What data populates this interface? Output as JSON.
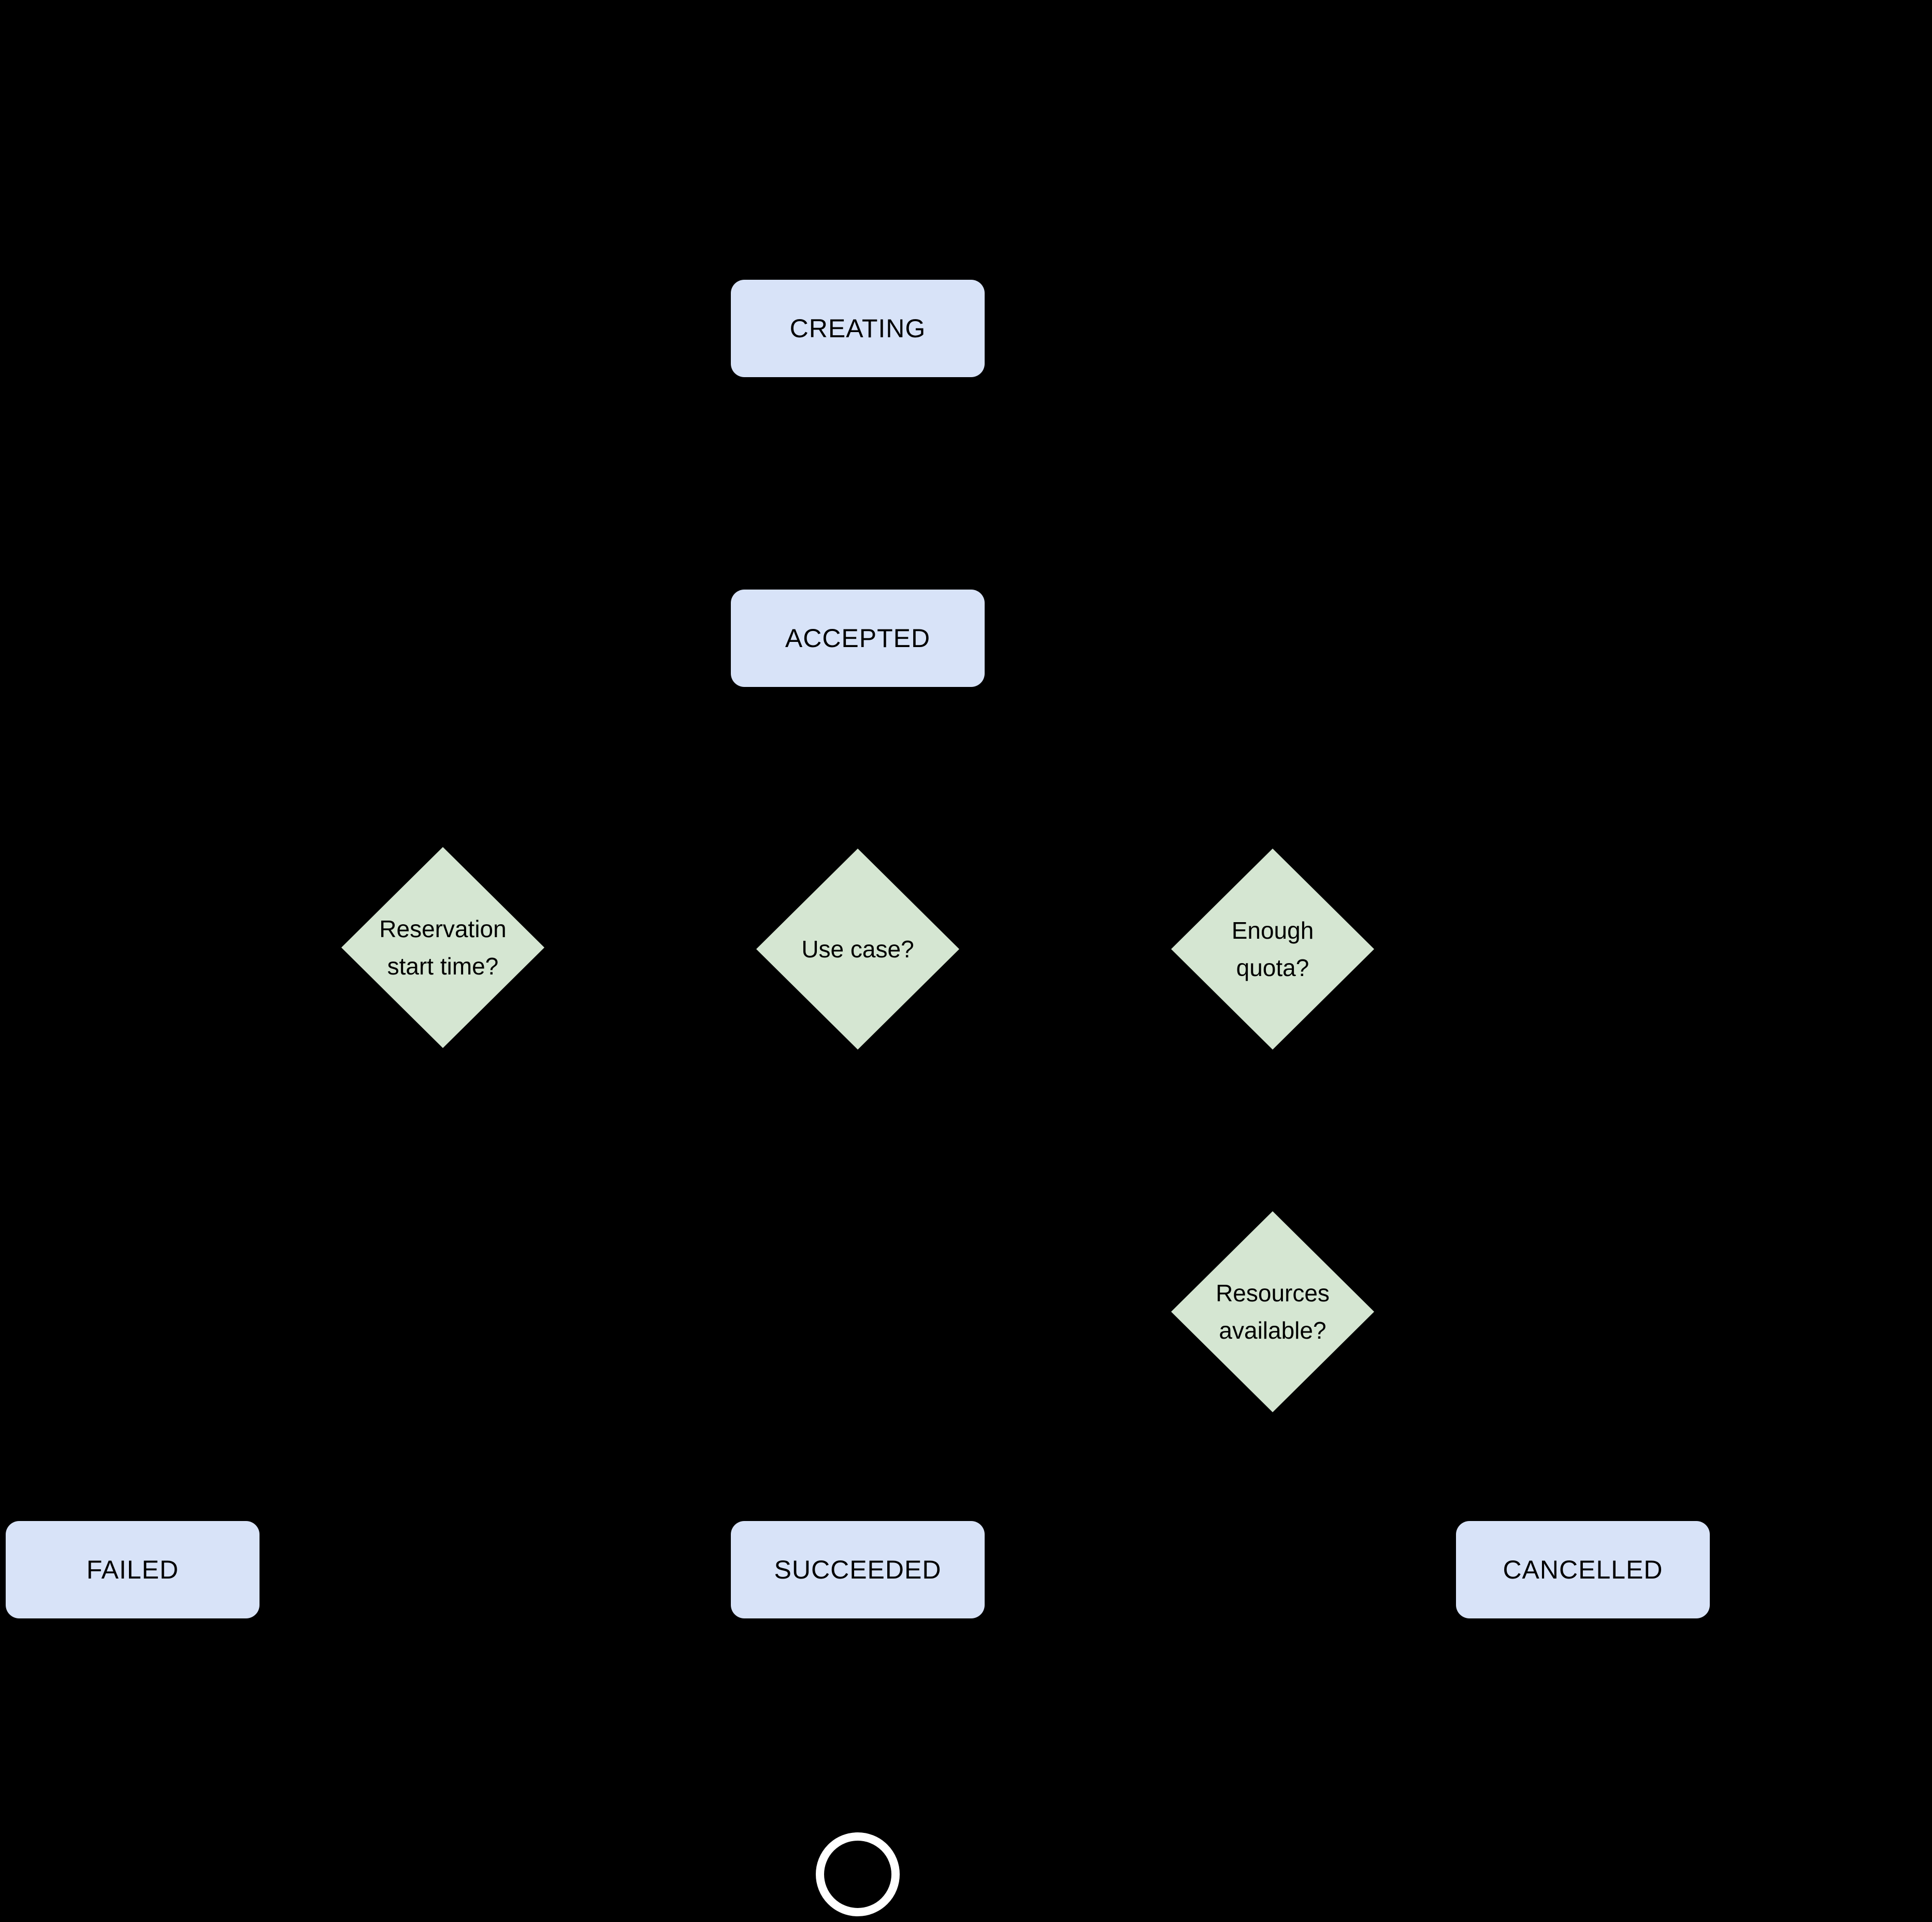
{
  "diagram": {
    "colors": {
      "background": "#000000",
      "state_fill": "#d8e3f8",
      "decision_fill": "#d5e6d2",
      "node_text": "#000000",
      "end_circle": "#ffffff"
    },
    "states": [
      {
        "label": "CREATING"
      },
      {
        "label": "ACCEPTED"
      },
      {
        "label": "FAILED"
      },
      {
        "label": "SUCCEEDED"
      },
      {
        "label": "CANCELLED"
      }
    ],
    "decisions": [
      {
        "lines": [
          "Reservation",
          "start time?"
        ]
      },
      {
        "lines": [
          "Use case?"
        ]
      },
      {
        "lines": [
          "Enough",
          "quota?"
        ]
      },
      {
        "lines": [
          "Resources",
          "available?"
        ]
      }
    ],
    "icons": {
      "end_state": "terminal-circle"
    }
  }
}
